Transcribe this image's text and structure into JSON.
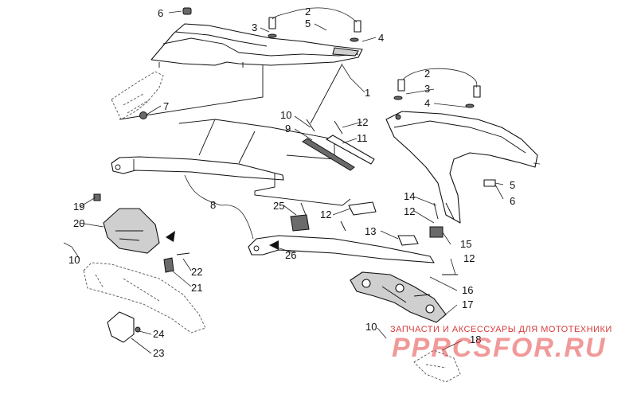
{
  "watermark": {
    "caption": "ЗАПЧАСТИ И АКСЕССУАРЫ ДЛЯ МОТОТЕХНИКИ",
    "brand": "PPRCSFOR.RU",
    "color": "#d83a3a"
  },
  "callouts": {
    "c1": "1",
    "c2a": "2",
    "c2b": "2",
    "c3a": "3",
    "c3b": "3",
    "c4a": "4",
    "c4b": "4",
    "c5a": "5",
    "c5b": "5",
    "c6a": "6",
    "c6b": "6",
    "c7": "7",
    "c8": "8",
    "c9": "9",
    "c10a": "10",
    "c10b": "10",
    "c10c": "10",
    "c11": "11",
    "c12a": "12",
    "c12b": "12",
    "c12c": "12",
    "c13": "13",
    "c14": "14",
    "c15": "15",
    "c16": "16",
    "c17": "17",
    "c18": "18",
    "c19": "19",
    "c20": "20",
    "c21": "21",
    "c22": "22",
    "c23": "23",
    "c24": "24",
    "c25": "25",
    "c26": "26"
  }
}
